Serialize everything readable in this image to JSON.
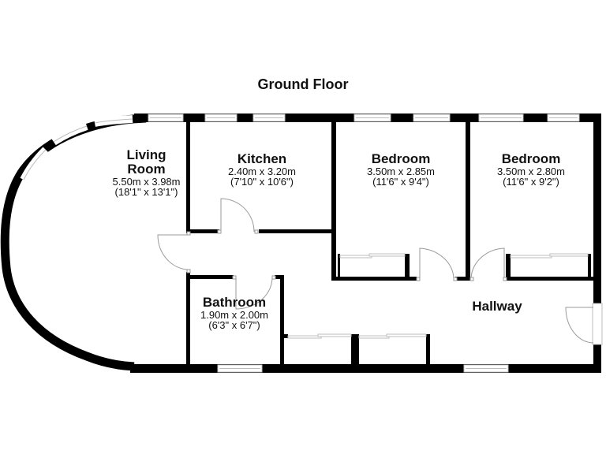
{
  "floor": {
    "title": "Ground Floor",
    "wall_color": "#000000",
    "window_color": "#bfbfbf",
    "door_arc_color": "#9a9a9a"
  },
  "rooms": {
    "living_room": {
      "name_line1": "Living",
      "name_line2": "Room",
      "metric": "5.50m x 3.98m",
      "imperial": "(18'1\" x 13'1\")"
    },
    "kitchen": {
      "name": "Kitchen",
      "metric": "2.40m x 3.20m",
      "imperial": "(7'10\" x 10'6\")"
    },
    "bedroom_1": {
      "name": "Bedroom",
      "metric": "3.50m x 2.85m",
      "imperial": "(11'6\" x 9'4\")"
    },
    "bedroom_2": {
      "name": "Bedroom",
      "metric": "3.50m x 2.80m",
      "imperial": "(11'6\" x 9'2\")"
    },
    "bathroom": {
      "name": "Bathroom",
      "metric": "1.90m x 2.00m",
      "imperial": "(6'3\" x 6'7\")"
    },
    "hallway": {
      "name": "Hallway"
    }
  }
}
